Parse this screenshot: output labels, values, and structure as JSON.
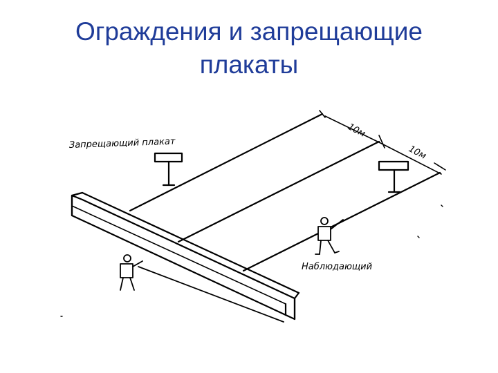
{
  "title": {
    "line1": "Ограждения и запрещающие",
    "line2": "плакаты"
  },
  "diagram": {
    "label_prohibiting_sign": "Запрещающий плакат",
    "label_observer": "Наблюдающий",
    "dimension_1": "10м",
    "dimension_2": "10м"
  }
}
